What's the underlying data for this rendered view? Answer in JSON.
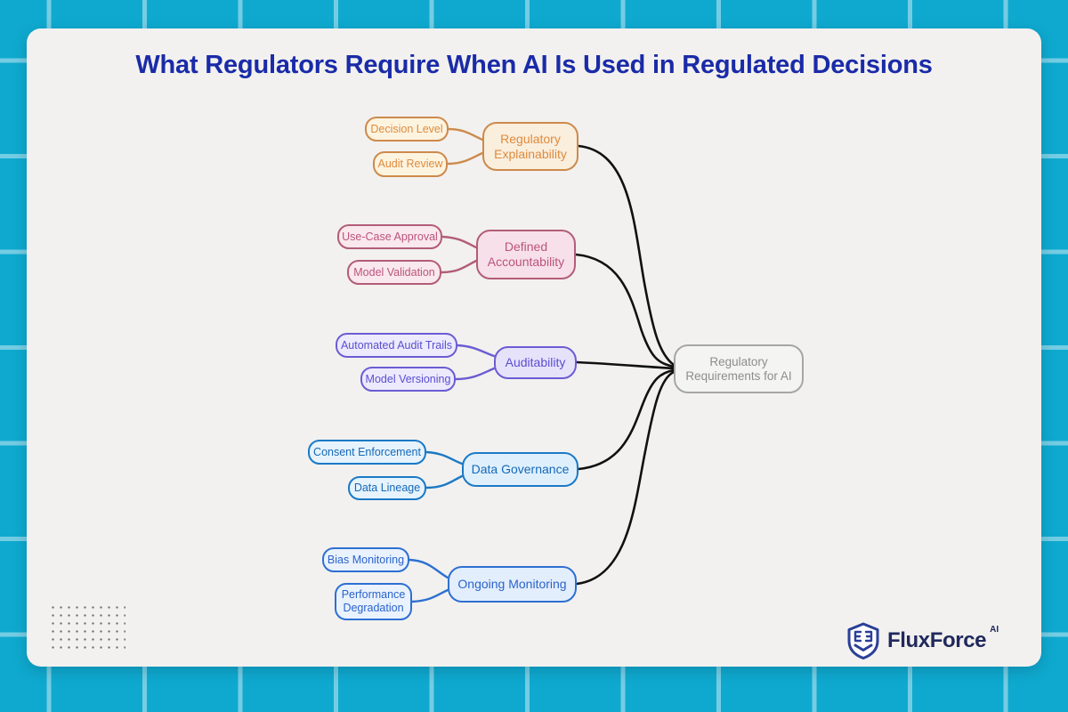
{
  "page": {
    "title": "What Regulators Require When AI Is Used in Regulated Decisions"
  },
  "colors": {
    "background": "#0fa9cf",
    "grid_line": "#7ed4e8",
    "card": "#f2f1ef",
    "title": "#1a2ba8",
    "connector": "#111111",
    "root": "#a6a6a6",
    "branch_orange": "#cd8a4c",
    "branch_pink": "#b25d78",
    "branch_purple": "#6b5cd3",
    "branch_blue": "#1b79c6",
    "branch_royal_blue": "#2e6fd2"
  },
  "mindmap": {
    "root": {
      "label": "Regulatory Requirements for AI",
      "color": "#a6a6a6"
    },
    "branches": [
      {
        "label": "Regulatory Explainability",
        "color": "#cd8a4c",
        "children": [
          "Decision Level",
          "Audit Review"
        ]
      },
      {
        "label": "Defined Accountability",
        "color": "#b25d78",
        "children": [
          "Use-Case Approval",
          "Model Validation"
        ]
      },
      {
        "label": "Auditability",
        "color": "#6b5cd3",
        "children": [
          "Automated Audit Trails",
          "Model Versioning"
        ]
      },
      {
        "label": "Data Governance",
        "color": "#1b79c6",
        "children": [
          "Consent Enforcement",
          "Data Lineage"
        ]
      },
      {
        "label": "Ongoing Monitoring",
        "color": "#2e6fd2",
        "children": [
          "Bias Monitoring",
          "Performance Degradation"
        ]
      }
    ]
  },
  "logo": {
    "brand": "FluxForce",
    "suffix": "AI"
  }
}
